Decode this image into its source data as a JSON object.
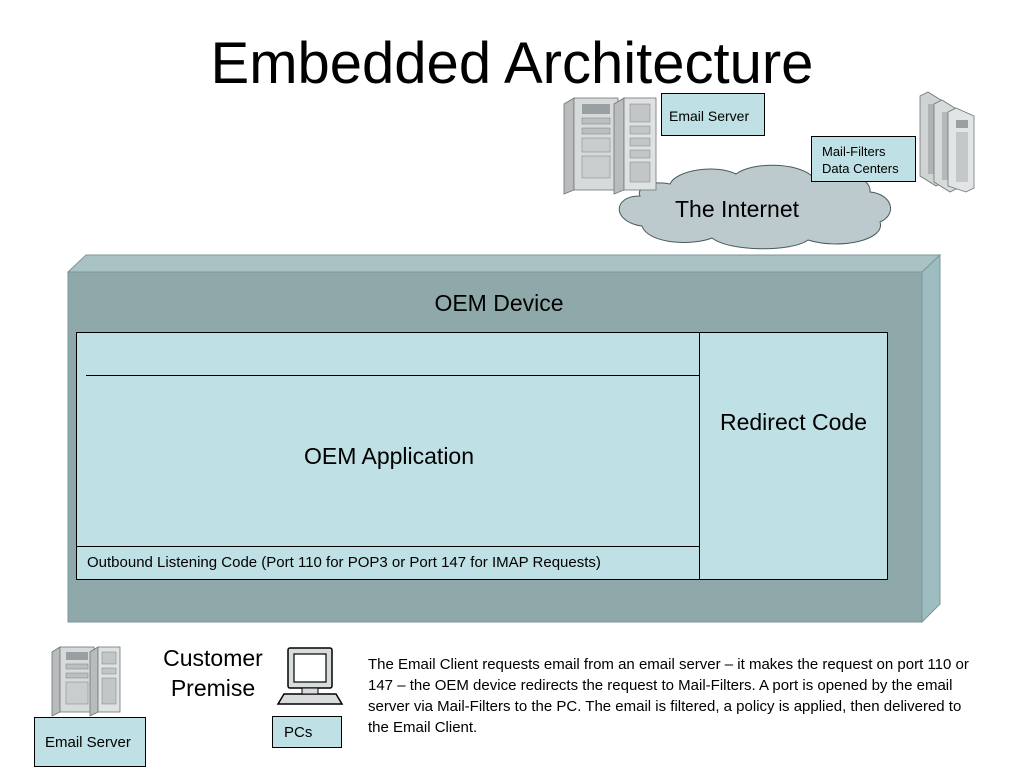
{
  "slide": {
    "title": "Embedded Architecture"
  },
  "internet": {
    "email_server_label": "Email Server",
    "mailfilters_lines": [
      "Mail-Filters",
      "Data Centers"
    ],
    "cloud_label": "The Internet"
  },
  "oem_device": {
    "title": "OEM Device",
    "application_label": "OEM Application",
    "outbound_label": "Outbound Listening Code (Port 110 for POP3 or Port 147 for IMAP Requests)",
    "redirect_label": "Redirect Code"
  },
  "customer_premise": {
    "title_lines": [
      "Customer",
      "Premise"
    ],
    "email_server_label": "Email Server",
    "pcs_label": "PCs"
  },
  "description": "The Email Client requests email from an email server – it makes the request on port 110 or 147 – the OEM device redirects the request to Mail-Filters. A port is opened by the email server via Mail-Filters to the PC.  The email is filtered, a policy is applied, then delivered to the Email Client.",
  "colors": {
    "box_fill": "#bfe0e4",
    "device_fill": "#8fa9aa",
    "cloud_fill": "#bccacd"
  },
  "icons": [
    "server-rack-icon",
    "server-tower-icon",
    "cloud-icon",
    "pc-icon"
  ]
}
